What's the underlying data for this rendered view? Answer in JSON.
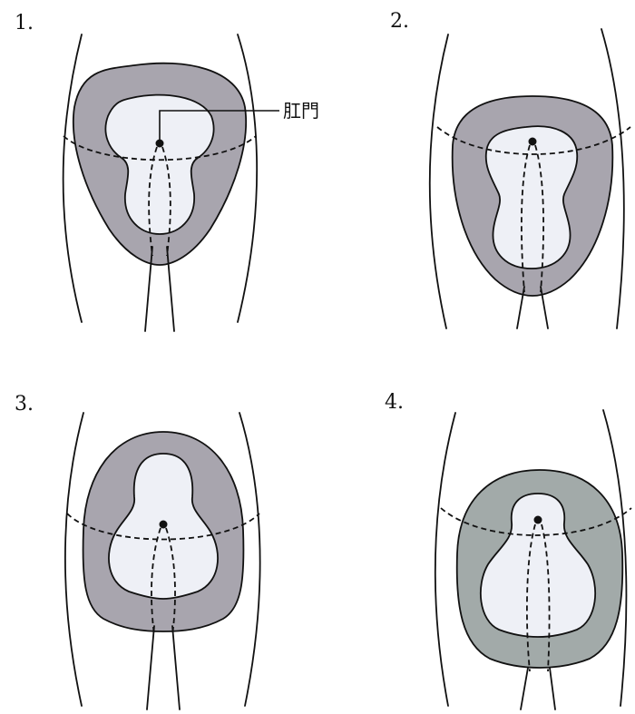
{
  "figure": {
    "panels": [
      {
        "number": "1.",
        "annotation": "肛門"
      },
      {
        "number": "2."
      },
      {
        "number": "3."
      },
      {
        "number": "4."
      }
    ]
  },
  "colors": {
    "outer_zone_1": "#a8a5ae",
    "outer_zone_2": "#a8a5ae",
    "outer_zone_3": "#a8a5ae",
    "outer_zone_4": "#a2aaa9",
    "inner_zone": "#eef0f6",
    "outline": "#111111"
  }
}
